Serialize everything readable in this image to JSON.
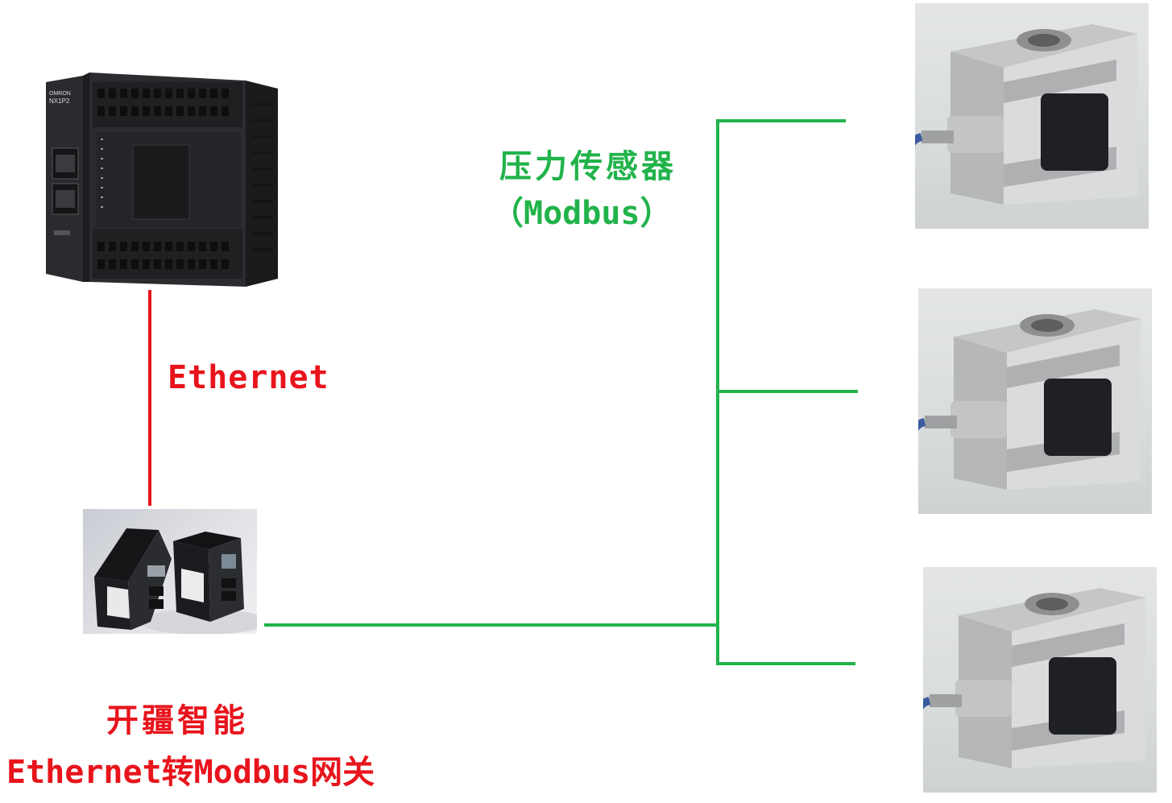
{
  "labels": {
    "ethernet": "Ethernet",
    "sensor_title": "压力传感器",
    "sensor_protocol": "（Modbus）",
    "gateway_brand": "开疆智能",
    "gateway_name": "Ethernet转Modbus网关"
  },
  "devices": {
    "plc": {
      "icon": "plc-controller-icon",
      "brand_text": "OMRON",
      "model_text": "NX1P2"
    },
    "gateway": {
      "icon": "gateway-module-icon"
    },
    "sensors": [
      {
        "icon": "s-type-load-cell-icon"
      },
      {
        "icon": "s-type-load-cell-icon"
      },
      {
        "icon": "s-type-load-cell-icon"
      }
    ]
  },
  "colors": {
    "ethernet_link": "#e8141c",
    "modbus_link": "#21b34a",
    "background": "#ffffff"
  }
}
